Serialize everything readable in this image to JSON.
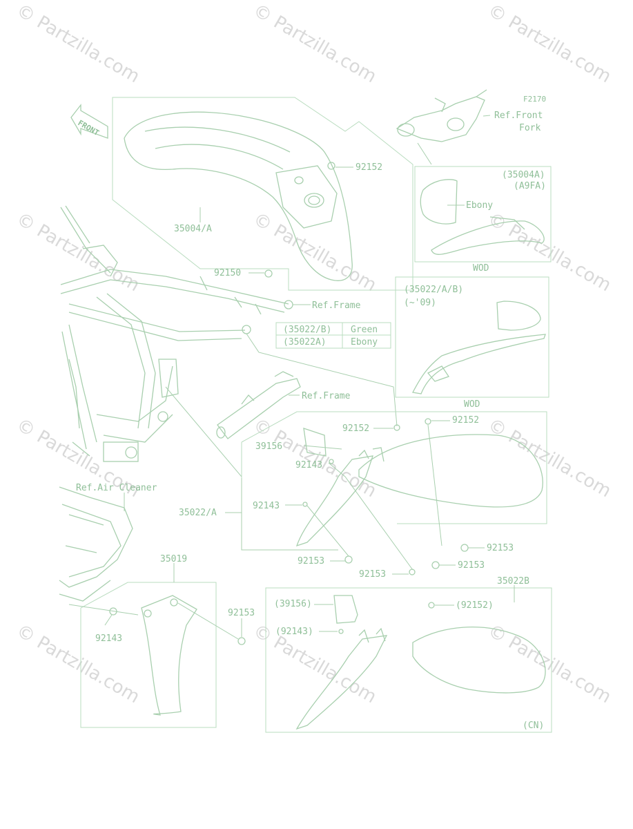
{
  "watermark": "© Partzilla.com",
  "figure_code": "F2170",
  "front_label": "FRONT",
  "refs": {
    "front_fork": [
      "Ref.Front",
      "Fork"
    ],
    "frame_1": "Ref.Frame",
    "frame_2": "Ref.Frame",
    "air_cleaner": "Ref.Air Cleaner"
  },
  "parts": {
    "p35004A": "35004/A",
    "p92152_top": "92152",
    "p92150": "92150",
    "p39156": "39156",
    "p92152_a": "92152",
    "p92152_b": "92152",
    "p92143_a": "92143",
    "p92143_b": "92143",
    "p35022A": "35022/A",
    "p92153_a": "92153",
    "p92153_b": "92153",
    "p92153_c": "92153",
    "p92153_d": "92153",
    "p35019": "35019",
    "p92153_e": "92153",
    "p92143_c": "92143",
    "p35022B": "35022B"
  },
  "inset_wod_1": {
    "code": "(35004A)",
    "variant": "(A9FA)",
    "color": "Ebony",
    "caption": "WOD"
  },
  "inset_wod_2": {
    "code": "(35022/A/B)",
    "years": "(~'09)",
    "caption": "WOD"
  },
  "color_table": [
    [
      "(35022/B)",
      "Green"
    ],
    [
      "(35022A)",
      "Ebony"
    ]
  ],
  "inset_cn": {
    "p39156": "(39156)",
    "p92152": "(92152)",
    "p92143": "(92143)",
    "tag": "(CN)"
  },
  "colors": {
    "line": "#a8cfae",
    "text": "#8fbf98",
    "watermark": "#d9d9d9"
  }
}
